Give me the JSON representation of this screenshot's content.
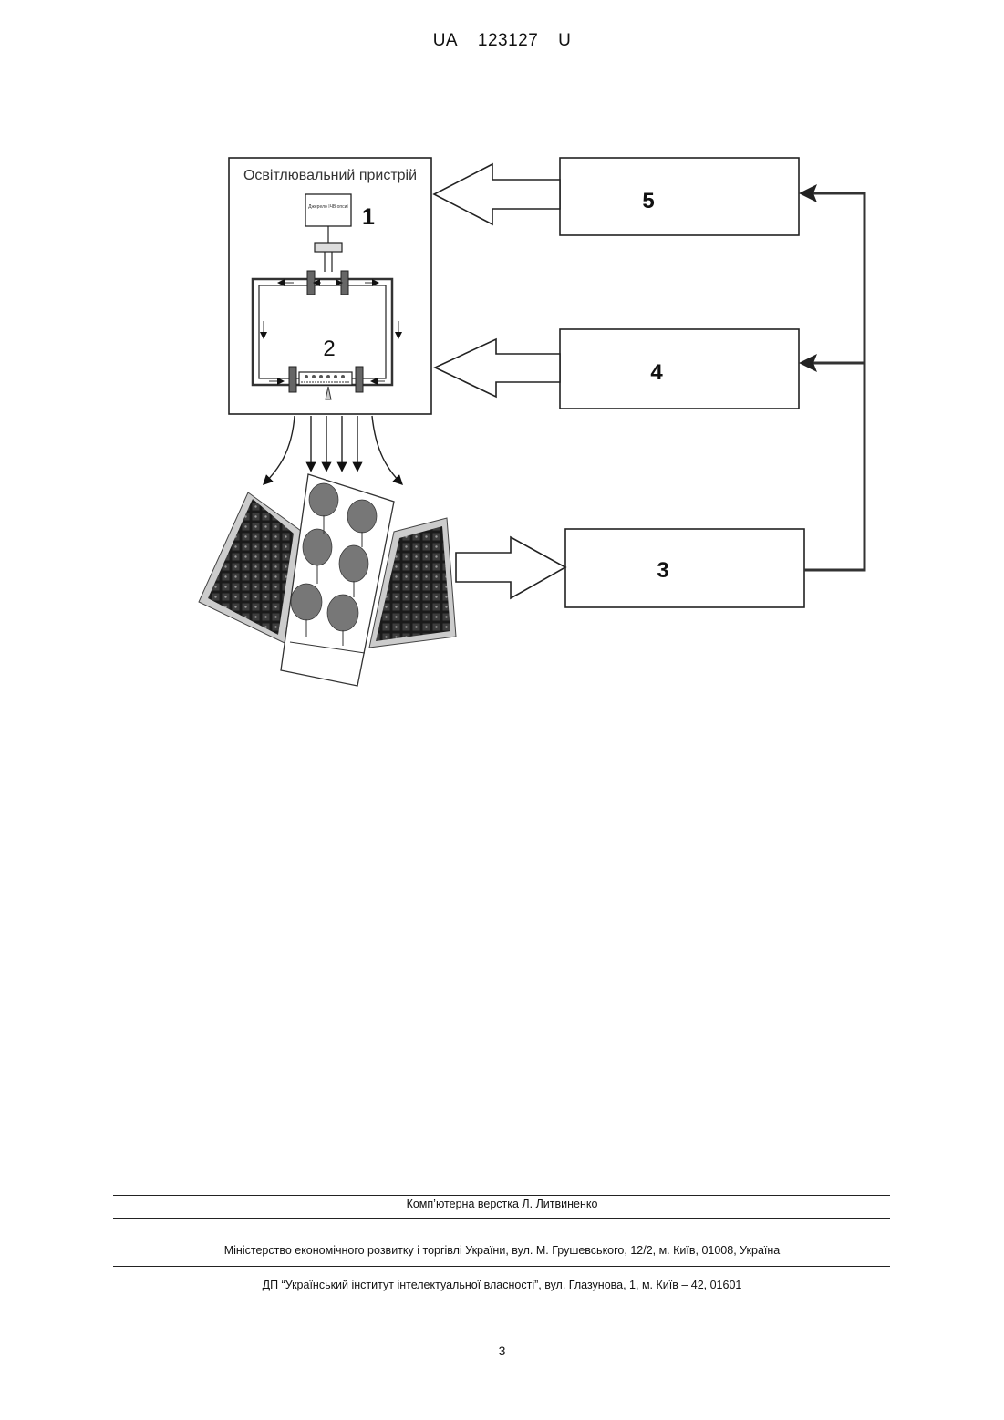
{
  "header": {
    "country": "UA",
    "number": "123127",
    "kind": "U"
  },
  "figure": {
    "device_title": "Освітлювальний пристрій",
    "source_box_label": "Джерело ІЧВ опсиї",
    "block_labels": {
      "b1": "1",
      "b2": "2",
      "b3": "3",
      "b4": "4",
      "b5": "5"
    }
  },
  "footer": {
    "layout": "Комп’ютерна верстка Л. Литвиненко",
    "ministry": "Міністерство економічного розвитку і торгівлі України, вул. М. Грушевського, 12/2, м. Київ, 01008, Україна",
    "institute": "ДП “Український інститут інтелектуальної власності”, вул. Глазунова, 1, м. Київ – 42, 01601"
  },
  "page_number": "3"
}
